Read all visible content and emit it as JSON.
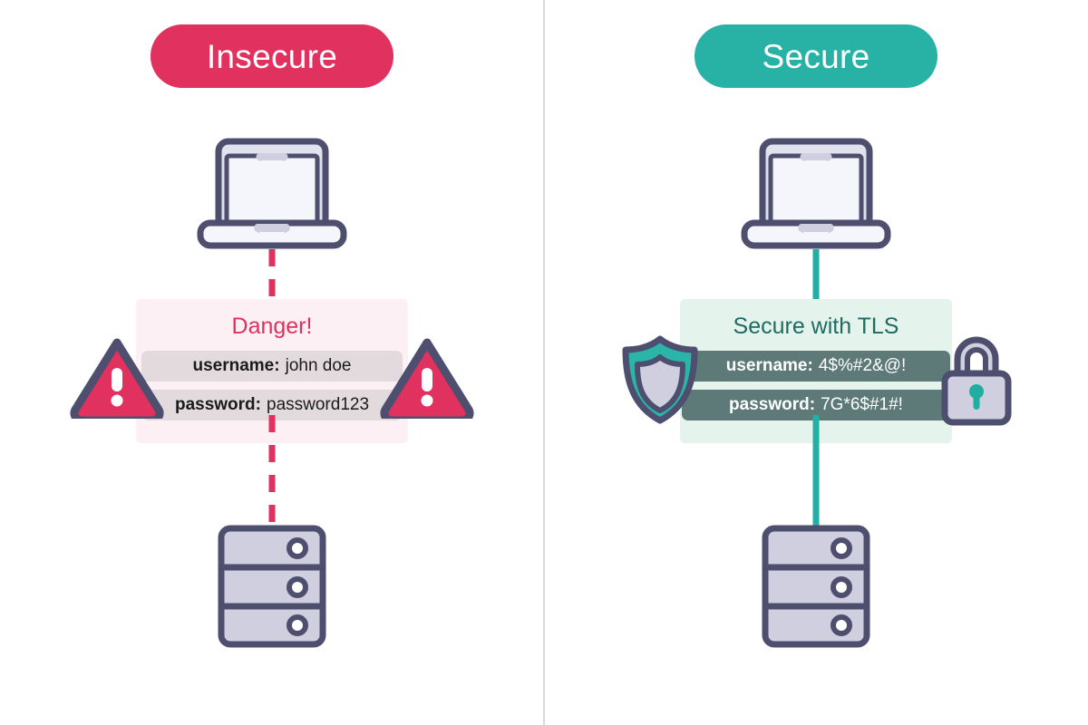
{
  "diagram": {
    "title": "TLS secure vs insecure credential transmission",
    "colors": {
      "insecure_accent": "#e0315f",
      "secure_accent": "#28b2a6",
      "stroke_navy": "#4e4e6e",
      "device_fill": "#cfcfe0",
      "insecure_panel_bg": "#fdf0f4",
      "secure_panel_bg": "#e4f4ec",
      "insecure_row_bg": "#e3dade",
      "secure_row_bg": "#5d7a79",
      "divider": "#d8d9e0"
    }
  },
  "insecure": {
    "badge_label": "Insecure",
    "heading": "Danger!",
    "client_icon": "laptop-icon",
    "server_icon": "server-icon",
    "link_style": "dashed",
    "credentials": [
      {
        "key": "username:",
        "value": "john doe"
      },
      {
        "key": "password:",
        "value": "password123"
      }
    ],
    "left_icon": "warning-triangle-icon",
    "right_icon": "warning-triangle-icon"
  },
  "secure": {
    "badge_label": "Secure",
    "heading": "Secure with TLS",
    "client_icon": "laptop-icon",
    "server_icon": "server-icon",
    "link_style": "solid",
    "credentials": [
      {
        "key": "username:",
        "value": "4$%#2&@!"
      },
      {
        "key": "password:",
        "value": "7G*6$#1#!"
      }
    ],
    "left_icon": "shield-icon",
    "right_icon": "padlock-icon"
  }
}
